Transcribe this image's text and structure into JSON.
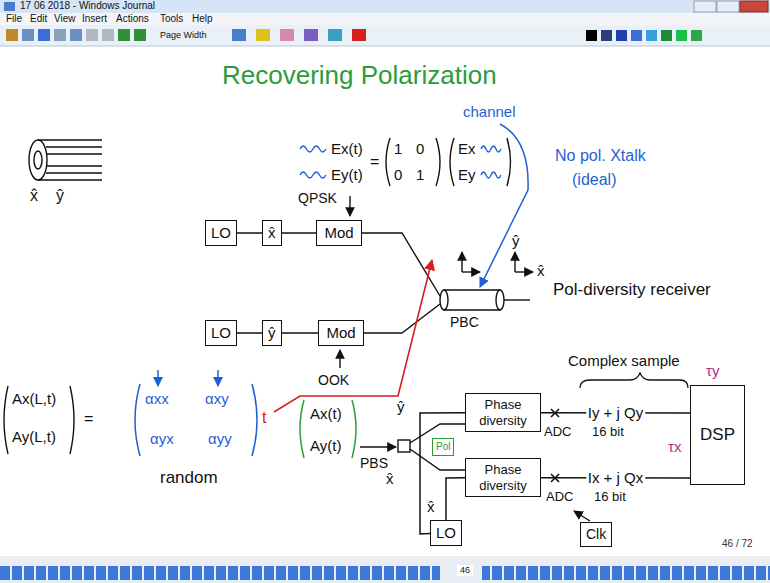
{
  "diagram": {
    "title": "Recovering Polarization",
    "nodes": [
      {
        "text": [
          "LO"
        ]
      },
      {
        "text": [
          "x̂"
        ]
      },
      {
        "text": [
          "Mod"
        ]
      },
      {
        "text": [
          "LO"
        ]
      },
      {
        "text": [
          "ŷ"
        ]
      },
      {
        "text": [
          "Mod"
        ]
      },
      {
        "text": [
          "Phase diversity"
        ]
      },
      {
        "text": [
          "Pol"
        ]
      },
      {
        "text": [
          "Phase diversity"
        ]
      },
      {
        "text": [
          "LO"
        ]
      },
      {
        "text": [
          "DSP"
        ]
      },
      {
        "text": [
          "Clk"
        ]
      }
    ],
    "edges": [
      {
        "from": 0,
        "to": 1,
        "arrow": "none"
      },
      {
        "from": 1,
        "to": 2,
        "arrow": "none"
      },
      {
        "from": 3,
        "to": 4,
        "arrow": "none"
      },
      {
        "from": 4,
        "to": 5,
        "arrow": "none"
      },
      {
        "from": 6,
        "to": 10,
        "arrow": "none",
        "label": "Iy + j Qy"
      },
      {
        "from": 8,
        "to": 10,
        "arrow": "none",
        "label": "Ix + j Qx"
      },
      {
        "from": 9,
        "to": 6,
        "arrow": "none"
      },
      {
        "from": 9,
        "to": 8,
        "arrow": "none"
      }
    ],
    "labels": [
      "17 06 2018 - Windows Journal",
      "File",
      "Edit",
      "View",
      "Insert",
      "Actions",
      "Tools",
      "Help",
      "Page Width",
      "x̂",
      "ŷ",
      "channel",
      "Ex(t)",
      "Ey(t)",
      "=",
      "1",
      "0",
      "0",
      "1",
      "Ex",
      "Ey",
      "No pol. Xtalk",
      "(ideal)",
      "QPSK",
      "ŷ",
      "x̂",
      "PBC",
      "Pol-diversity receiver",
      "OOK",
      "Complex sample",
      "ŷ",
      "x̂",
      "x̂",
      "PBS",
      "ADC",
      "16 bit",
      "ADC",
      "16 bit",
      "τy",
      "τx",
      "Ax(L,t)",
      "Ay(L,t)",
      "=",
      "αxx",
      "αxy",
      "αyx",
      "αyy",
      "t",
      "random",
      "Ax(t)",
      "Ay(t)",
      "46 / 72",
      "46"
    ]
  }
}
